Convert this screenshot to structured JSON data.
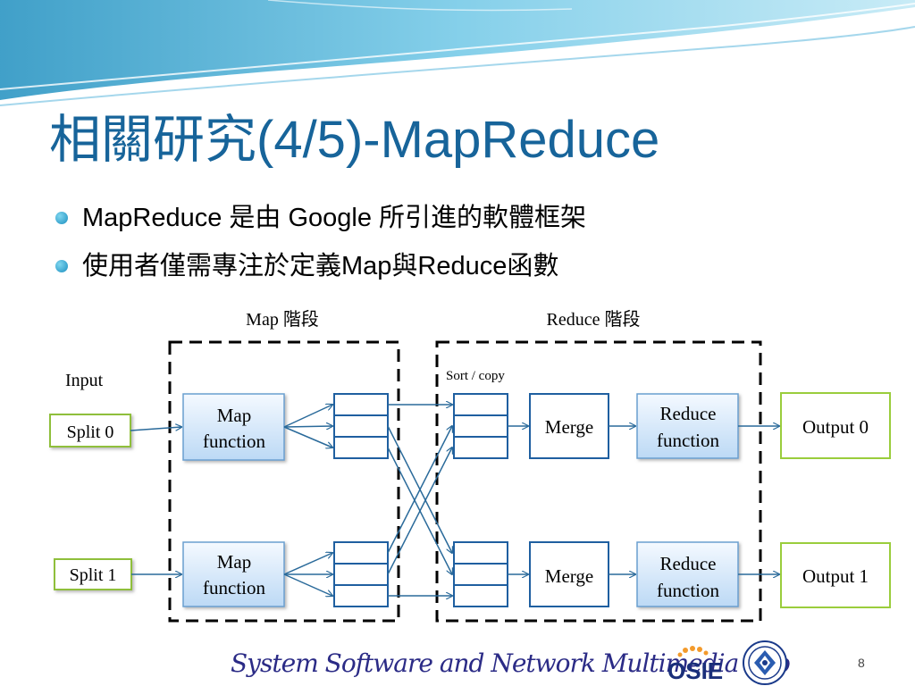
{
  "slide": {
    "title": "相關研究(4/5)-MapReduce",
    "bullets": [
      "MapReduce 是由 Google 所引進的軟體框架",
      "使用者僅需專注於定義Map與Reduce函數"
    ],
    "page_number": "8"
  },
  "diagram": {
    "map_phase_label": "Map 階段",
    "reduce_phase_label": "Reduce 階段",
    "input_label": "Input",
    "sort_copy_label": "Sort / copy",
    "splits": [
      "Split 0",
      "Split 1"
    ],
    "map_function_line1": "Map",
    "map_function_line2": "function",
    "merge_label": "Merge",
    "reduce_function_line1": "Reduce",
    "reduce_function_line2": "function",
    "outputs": [
      "Output 0",
      "Output 1"
    ]
  },
  "footer": {
    "lab_name": "System Software and Network Multimedia Lab",
    "logo_text": "OSIE"
  },
  "colors": {
    "title": "#17649a",
    "arrow": "#2a6a9a",
    "box_border_blue": "#1f5fa0",
    "output_border": "#9acd3c",
    "split_border": "#8fbf3a"
  }
}
